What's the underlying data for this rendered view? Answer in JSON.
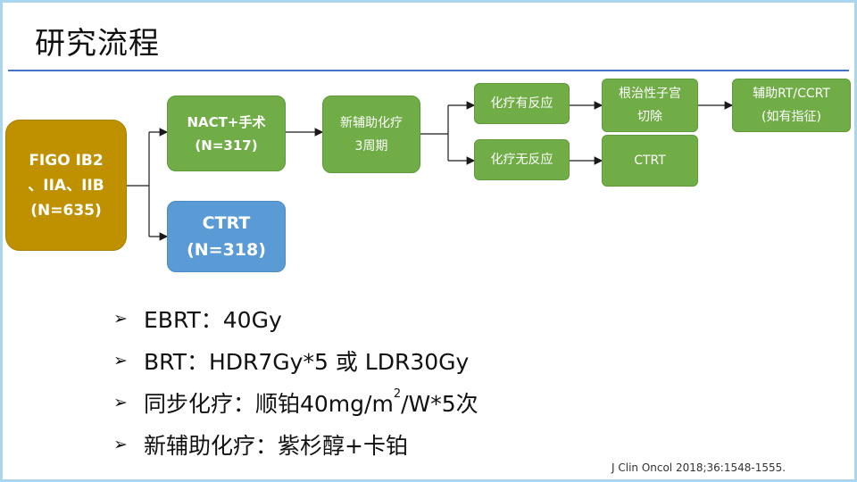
{
  "title": "研究流程",
  "flow": {
    "start": {
      "line1": "FIGO  IB2",
      "line2": "、IIA、IIB",
      "line3": "(N=635)"
    },
    "nact": {
      "line1": "NACT+手术",
      "line2": "(N=317)"
    },
    "ctrt_arm": {
      "line1": "CTRT",
      "line2": "(N=318)"
    },
    "neoadjuvant": {
      "line1": "新辅助化疗",
      "line2": "3周期"
    },
    "response": {
      "line1": "化疗有反应"
    },
    "no_response": {
      "line1": "化疗无反应"
    },
    "radical": {
      "line1": "根治性子宫",
      "line2": "切除"
    },
    "ctrt_followup": {
      "line1": "CTRT"
    },
    "adjuvant": {
      "line1": "辅助RT/CCRT",
      "line2": "(如有指征)"
    }
  },
  "bullets": [
    {
      "icon": "arrow-bullet-icon",
      "text": "EBRT：40Gy"
    },
    {
      "icon": "arrow-bullet-icon",
      "text": "BRT：HDR7Gy*5 或 LDR30Gy"
    },
    {
      "icon": "arrow-bullet-icon",
      "text_before": "同步化疗：顺铂40mg/m",
      "superscript": "2",
      "text_after": "/W*5次"
    },
    {
      "icon": "arrow-bullet-icon",
      "text": "新辅助化疗：紫杉醇+卡铂"
    }
  ],
  "citation": "J Clin Oncol 2018;36:1548-1555.",
  "colors": {
    "green": "#70ad47",
    "blue": "#5b9bd5",
    "gold": "#bf9000",
    "rule": "#4472c4",
    "border": "#a9d5ee"
  }
}
